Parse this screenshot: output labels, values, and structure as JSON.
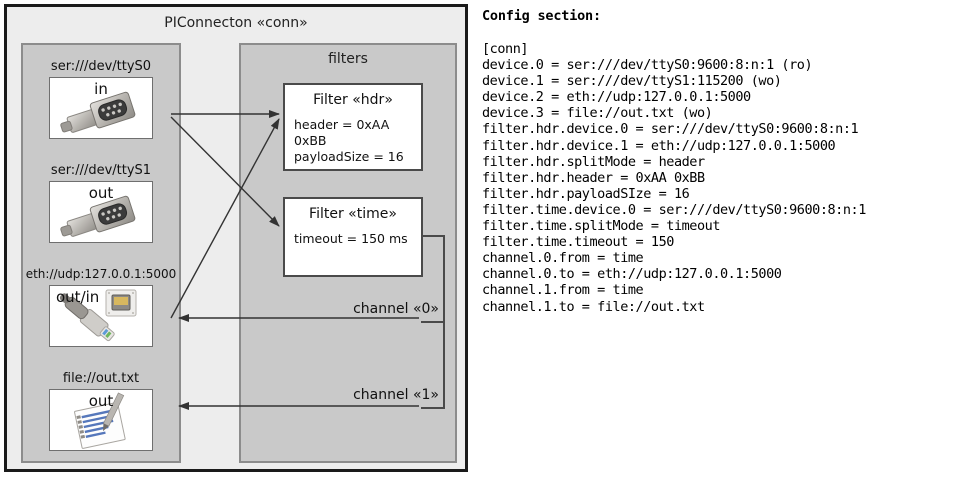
{
  "diagram": {
    "title": "PIConnecton «conn»",
    "devices_panel": {
      "name": "devices",
      "items": [
        {
          "label": "ser:///dev/ttyS0",
          "direction": "in",
          "icon": "serial-port-icon"
        },
        {
          "label": "ser:///dev/ttyS1",
          "direction": "out",
          "icon": "serial-port-icon"
        },
        {
          "label": "eth://udp:127.0.0.1:5000",
          "direction": "out/in",
          "icon": "ethernet-plug-icon"
        },
        {
          "label": "file://out.txt",
          "direction": "out",
          "icon": "text-file-icon"
        }
      ]
    },
    "filters_panel": {
      "title": "filters",
      "filters": [
        {
          "title": "Filter «hdr»",
          "attrs": [
            "header = 0xAA 0xBB",
            "payloadSize = 16"
          ]
        },
        {
          "title": "Filter «time»",
          "attrs": [
            "timeout = 150 ms"
          ]
        }
      ],
      "channels": [
        {
          "label": "channel «0»"
        },
        {
          "label": "channel «1»"
        }
      ]
    },
    "colors": {
      "canvas": "#ededed",
      "panel": "#c9c9c9",
      "panel_border": "#8c8c8c",
      "card": "#ffffff",
      "outline": "#1a1a1a",
      "edge": "#333333"
    }
  },
  "config": {
    "heading": "Config section:",
    "lines": [
      "[conn]",
      "device.0 = ser:///dev/ttyS0:9600:8:n:1 (ro)",
      "device.1 = ser:///dev/ttyS1:115200 (wo)",
      "device.2 = eth://udp:127.0.0.1:5000",
      "device.3 = file://out.txt (wo)",
      "filter.hdr.device.0 = ser:///dev/ttyS0:9600:8:n:1",
      "filter.hdr.device.1 = eth://udp:127.0.0.1:5000",
      "filter.hdr.splitMode = header",
      "filter.hdr.header = 0xAA 0xBB",
      "filter.hdr.payloadSIze = 16",
      "filter.time.device.0 = ser:///dev/ttyS0:9600:8:n:1",
      "filter.time.splitMode = timeout",
      "filter.time.timeout = 150",
      "channel.0.from = time",
      "channel.0.to = eth://udp:127.0.0.1:5000",
      "channel.1.from = time",
      "channel.1.to = file://out.txt"
    ]
  }
}
